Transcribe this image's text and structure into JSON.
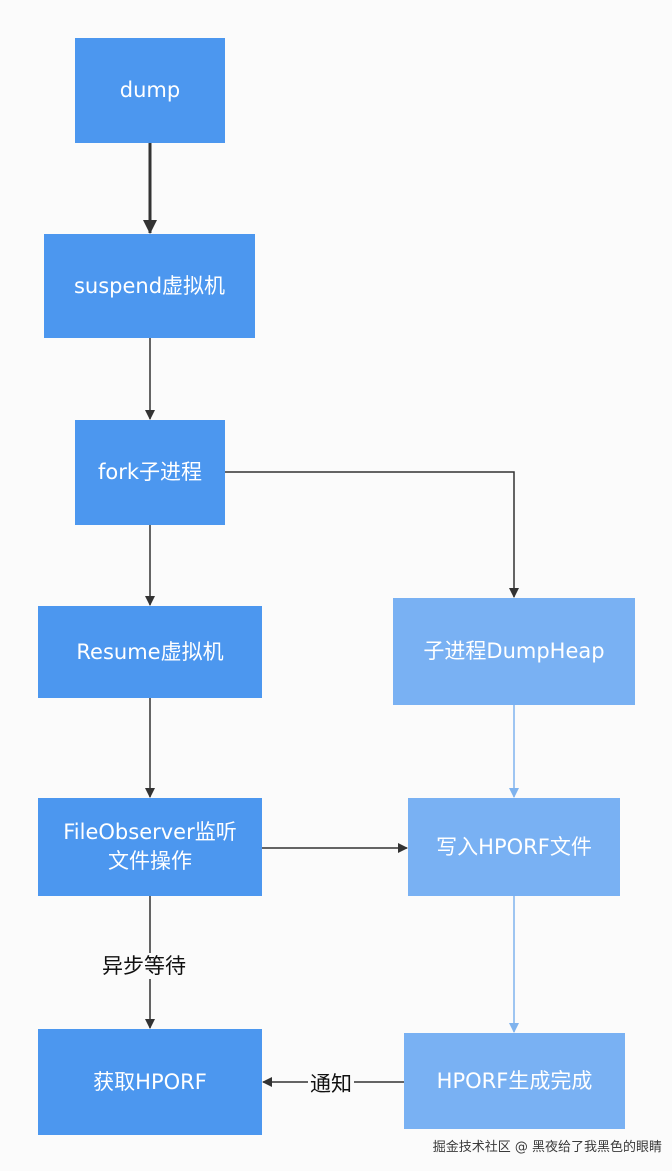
{
  "nodes": {
    "dump": "dump",
    "suspend": "suspend虚拟机",
    "fork": "fork子进程",
    "resume": "Resume虚拟机",
    "child_dump": "子进程DumpHeap",
    "observer": "FileObserver监听\n文件操作",
    "write_file": "写入HPORF文件",
    "get_hporf": "获取HPORF",
    "generated": "HPORF生成完成"
  },
  "edge_labels": {
    "async_wait": "异步等待",
    "notify": "通知"
  },
  "watermark": "掘金技术社区 @ 黑夜给了我黑色的眼睛",
  "colors": {
    "primary_node": "#4c97ef",
    "secondary_node": "#79b1f3",
    "arrow_dark": "#333333",
    "arrow_light": "#7fb3ee"
  }
}
